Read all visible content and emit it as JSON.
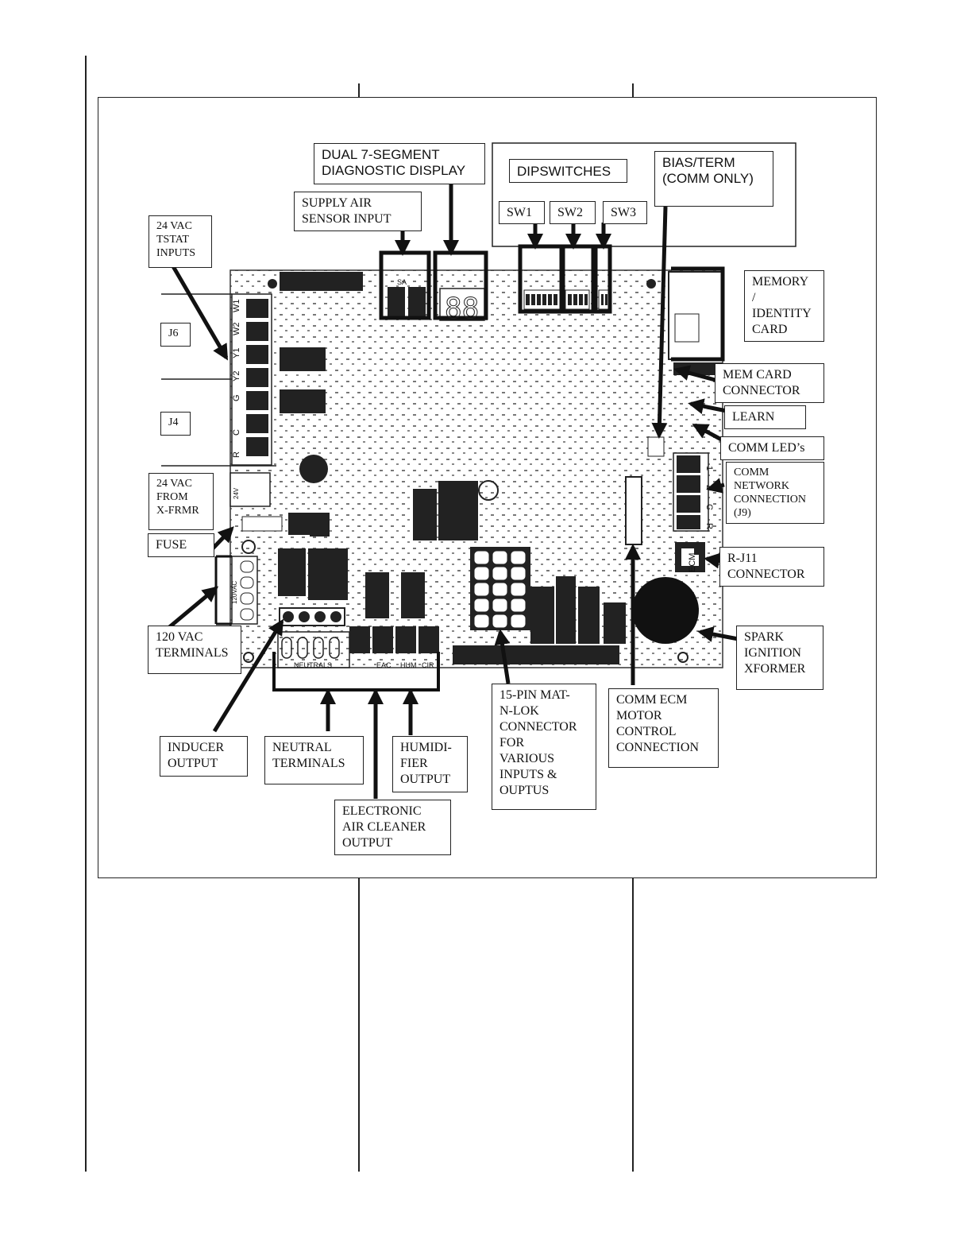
{
  "callouts": {
    "dual_display": "DUAL 7-SEGMENT\nDIAGNOSTIC DISPLAY",
    "dipswitches": "DIPSWITCHES",
    "bias_term": "BIAS/TERM\n(COMM ONLY)",
    "supply_air": "SUPPLY AIR\nSENSOR INPUT",
    "sw1": "SW1",
    "sw2": "SW2",
    "sw3": "SW3",
    "tstat_inputs": "24 VAC\nTSTAT\nINPUTS",
    "j6": "J6",
    "j4": "J4",
    "vac24_xfrmr": "24 VAC\nFROM\nX-FRMR",
    "fuse": "FUSE",
    "vac120_terminals": "120 VAC\nTERMINALS",
    "memory_card": "MEMORY\n/\nIDENTITY\nCARD",
    "mem_card_connector": "MEM CARD\nCONNECTOR",
    "learn": "LEARN",
    "comm_leds": "COMM LED’s",
    "comm_network": "COMM\nNETWORK\nCONNECTION\n(J9)",
    "rj11": "R-J11\nCONNECTOR",
    "spark_ignition": "SPARK\nIGNITION\nXFORMER",
    "inducer_output": "INDUCER\nOUTPUT",
    "neutral_terminals": "NEUTRAL\nTERMINALS",
    "humidifier_output": "HUMIDI-\nFIER\nOUTPUT",
    "eac_output": "ELECTRONIC\nAIR CLEANER\nOUTPUT",
    "matnlok": "15-PIN MAT-\nN-LOK\nCONNECTOR\nFOR\nVARIOUS\nINPUTS &\nOUPTUS",
    "ecm_motor": "COMM ECM\nMOTOR\nCONTROL\nCONNECTION"
  },
  "board_labels": {
    "tstat_terminals": [
      "W1",
      "W2",
      "Y1",
      "Y2",
      "G",
      "C",
      "R"
    ],
    "comm_terminals": [
      "1",
      "2",
      "C",
      "R"
    ],
    "neutrals": "NEUTRALS",
    "eac": "EAC",
    "hum": "HUM",
    "cir": "CIR",
    "ecm": "ECM",
    "sa": "SA",
    "display_digits": "88",
    "vac_120": "120VAC",
    "vac_24": "24V"
  }
}
